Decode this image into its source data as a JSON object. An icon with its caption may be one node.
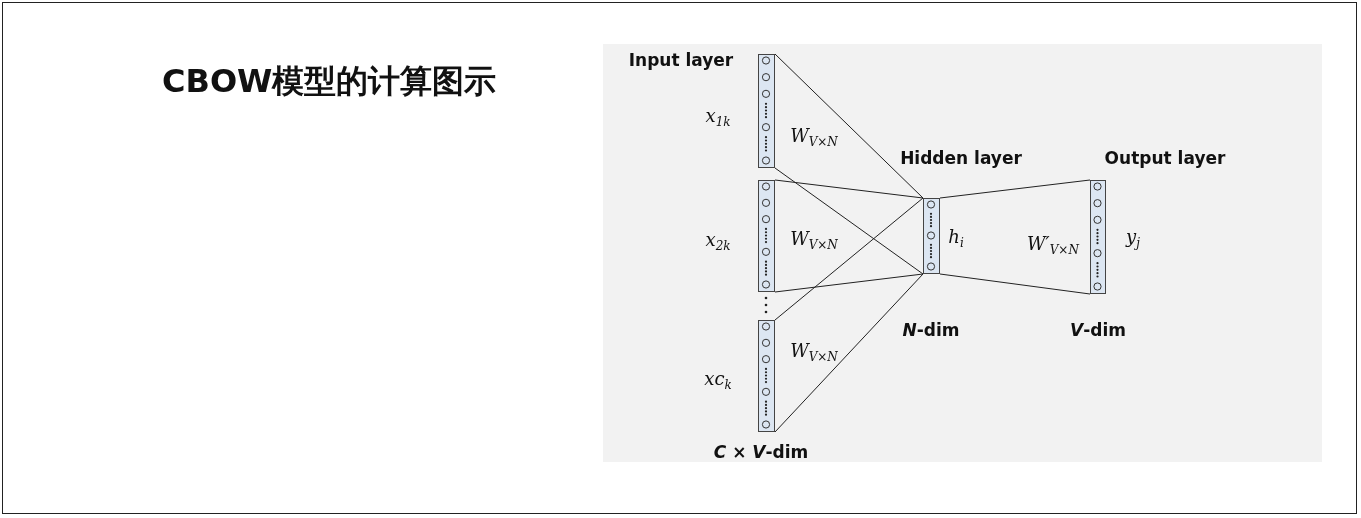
{
  "diagram": {
    "title": "CBOW模型的计算图示",
    "nodes": [
      {
        "text": [],
        "shape": "bar",
        "beside": [
          "Input layer",
          "x$_{1k}$"
        ]
      },
      {
        "text": [],
        "shape": "bar",
        "beside": [
          "x$_{2k}$"
        ]
      },
      {
        "text": [],
        "shape": "bar",
        "beside": [
          "xc$_{k}$",
          "*C* × *V*-dim"
        ]
      },
      {
        "text": [],
        "shape": "bar",
        "beside": [
          "Hidden layer",
          "h$_{i}$",
          "*N*-dim"
        ]
      },
      {
        "text": [],
        "shape": "bar",
        "beside": [
          "Output layer",
          "y$_{j}$",
          "*V*-dim"
        ]
      }
    ],
    "edges": [
      {
        "from": 0,
        "to": 3,
        "arrow": "none"
      },
      {
        "from": 0,
        "to": 3,
        "arrow": "none"
      },
      {
        "from": 1,
        "to": 3,
        "arrow": "none"
      },
      {
        "from": 1,
        "to": 3,
        "arrow": "none"
      },
      {
        "from": 2,
        "to": 3,
        "arrow": "none"
      },
      {
        "from": 2,
        "to": 3,
        "arrow": "none"
      },
      {
        "from": 3,
        "to": 4,
        "arrow": "none"
      },
      {
        "from": 3,
        "to": 4,
        "arrow": "none"
      }
    ],
    "labels": [
      "W$_{V×N}$",
      "W$_{V×N}$",
      "W$_{V×N}$",
      "W′$_{V×N}$"
    ]
  }
}
